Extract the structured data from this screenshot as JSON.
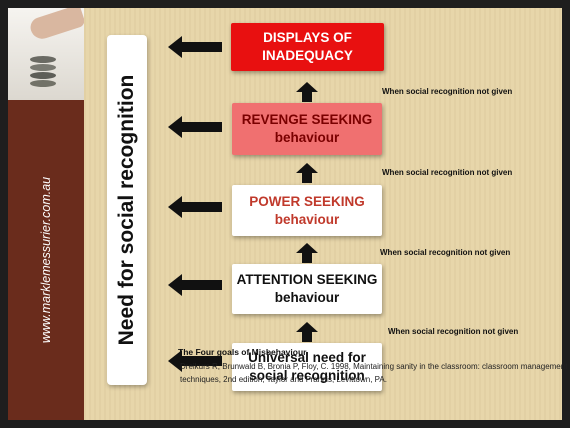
{
  "sidebar": {
    "website": "www.marklemessurier.com.au"
  },
  "main": {
    "vertical_label": "Need for social recognition",
    "boxes": [
      "DISPLAYS OF INADEQUACY",
      "REVENGE SEEKING behaviour",
      "POWER SEEKING behaviour",
      "ATTENTION SEEKING behaviour",
      "Universal need for social recognition"
    ],
    "notes": [
      "When social recognition not given",
      "When social recognition not given",
      "When social recognition not given",
      "When social recognition not given"
    ],
    "citation_title": "The Four goals of Misbehaviour",
    "citation_body": "Dreikurs R, Brunwald B, Bronia P, Floy, C. 1998, Maintaining sanity in the classroom: classroom management techniques, 2nd edition, Taylor and Francis, Levittown, PA."
  },
  "colors": {
    "background": "#e7d5a8",
    "sidebar": "#6a2c1c",
    "inadequacy": "#e81010",
    "revenge": "#f07070"
  },
  "icons": [
    "left-arrow-icon",
    "up-arrow-icon"
  ]
}
